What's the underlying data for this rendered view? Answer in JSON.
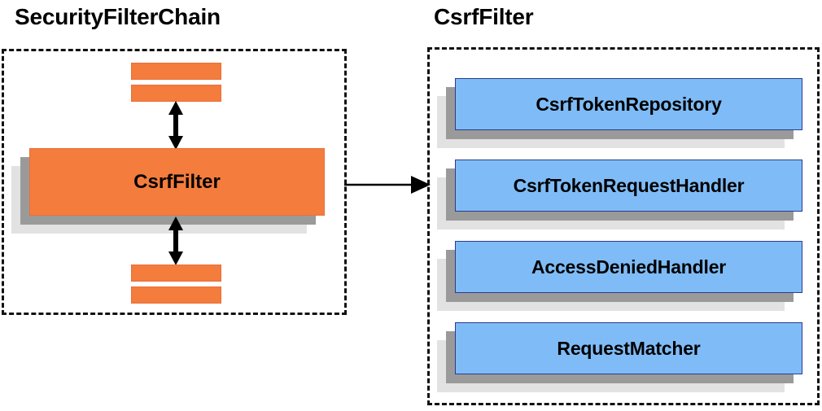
{
  "diagram": {
    "type": "architecture-block-diagram",
    "background_color": "#FFFFFF",
    "panels": [
      {
        "id": "security-filter-chain",
        "title": "SecurityFilterChain",
        "border_style": "dashed",
        "border_color": "#111111",
        "accent_color": "#F47C3C"
      },
      {
        "id": "csrf-filter",
        "title": "CsrfFilter",
        "border_style": "dashed",
        "border_color": "#111111",
        "accent_color": "#7FBCF7"
      }
    ]
  },
  "left_panel": {
    "title": "SecurityFilterChain",
    "top_bars": [
      {
        "label": "",
        "name": "filter-slot-1"
      },
      {
        "label": "",
        "name": "filter-slot-2"
      }
    ],
    "main_box": {
      "label": "CsrfFilter"
    },
    "bottom_bars": [
      {
        "label": "",
        "name": "filter-slot-3"
      },
      {
        "label": "",
        "name": "filter-slot-4"
      }
    ],
    "arrows": [
      {
        "name": "arrow-up-down-top",
        "direction": "bidirectional"
      },
      {
        "name": "arrow-up-down-bottom",
        "direction": "bidirectional"
      }
    ]
  },
  "connector": {
    "name": "csrf-filter-detail-arrow",
    "direction": "right",
    "color": "#000000"
  },
  "right_panel": {
    "title": "CsrfFilter",
    "collaborators": [
      {
        "label": "CsrfTokenRepository"
      },
      {
        "label": "CsrfTokenRequestHandler"
      },
      {
        "label": "AccessDeniedHandler"
      },
      {
        "label": "RequestMatcher"
      }
    ]
  },
  "colors": {
    "orange_fill": "#F47C3C",
    "orange_border": "#E8703A",
    "blue_fill": "#7FBCF7",
    "blue_border": "#2B3A8F",
    "shadow_dark": "#9A9A9A",
    "shadow_light": "#E2E2E2",
    "text": "#000000",
    "panel_border": "#111111"
  }
}
